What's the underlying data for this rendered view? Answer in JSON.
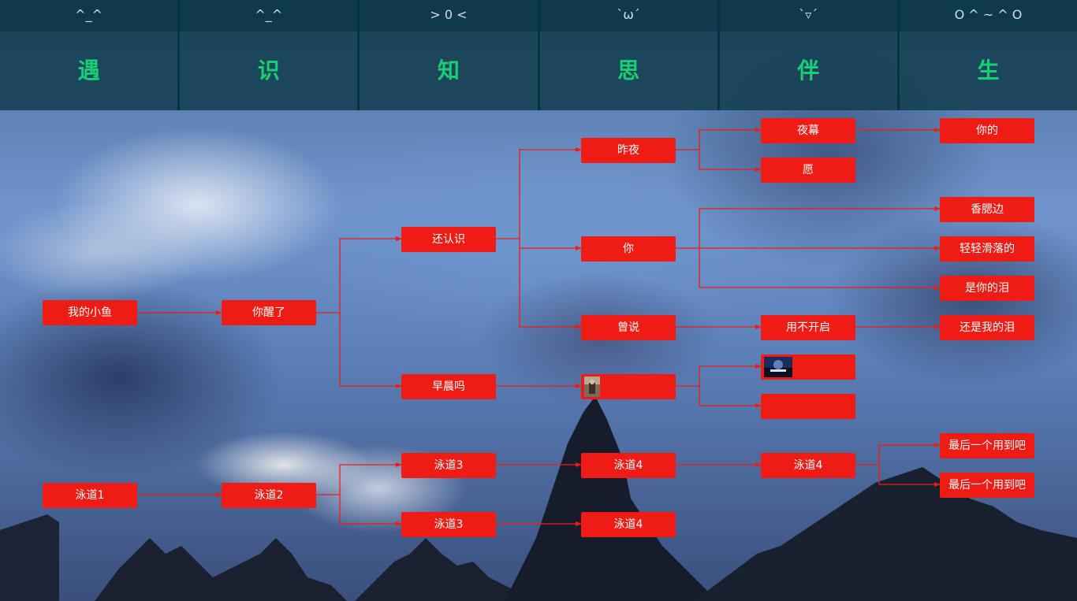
{
  "header": {
    "columns": [
      {
        "emoticon": "^_^",
        "title": "遇"
      },
      {
        "emoticon": "^_^",
        "title": "识"
      },
      {
        "emoticon": "> 0 <",
        "title": "知"
      },
      {
        "emoticon": "`ω´",
        "title": "思"
      },
      {
        "emoticon": "`▿´",
        "title": "伴"
      },
      {
        "emoticon": "O ^ ~ ^ O",
        "title": "生"
      }
    ]
  },
  "mindmap": {
    "nodes": {
      "n1": "我的小鱼",
      "n2": "你醒了",
      "n3": "还认识",
      "n4": "早晨吗",
      "n5": "昨夜",
      "n6": "你",
      "n7": "曾说",
      "n8": "",
      "n9": "夜幕",
      "n10": "愿",
      "n11": "用不开启",
      "n12": "",
      "n13": "",
      "n14": "你的",
      "n15": "香腮边",
      "n16": "轻轻滑落的",
      "n17": "是你的泪",
      "n18": "还是我的泪",
      "m1": "泳道1",
      "m2": "泳道2",
      "m3": "泳道3",
      "m4": "泳道3",
      "m5": "泳道4",
      "m6": "泳道4",
      "m7": "泳道4",
      "m8": "最后一个用到吧",
      "m9": "最后一个用到吧"
    },
    "link_color": "#ee1c14",
    "node_color": "#ee1c14"
  }
}
